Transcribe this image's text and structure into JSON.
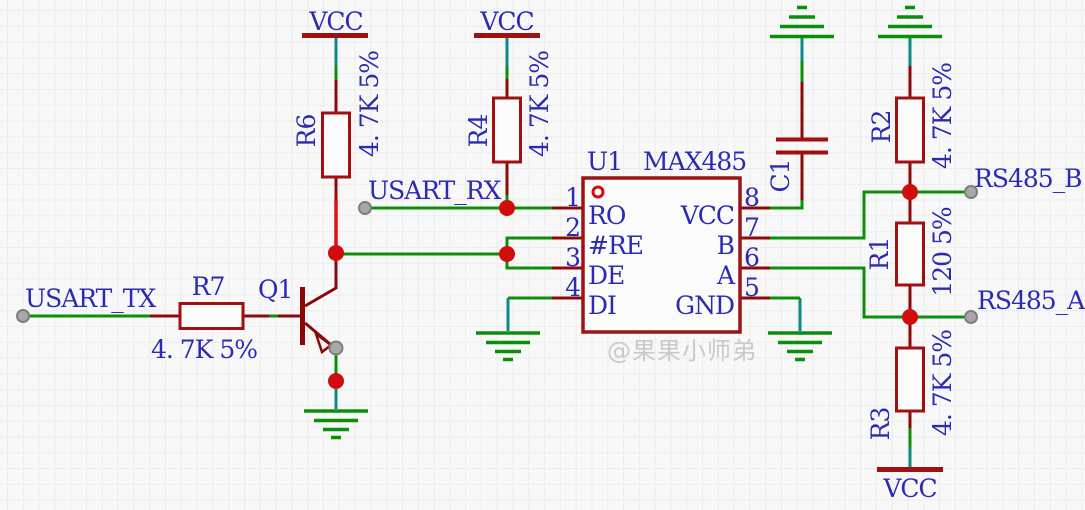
{
  "power": {
    "vcc_top_left": "VCC",
    "vcc_top_mid": "VCC",
    "vcc_bottom_right": "VCC"
  },
  "nets": {
    "usart_tx": "USART_TX",
    "usart_rx": "USART_RX",
    "rs485_b": "RS485_B",
    "rs485_a": "RS485_A"
  },
  "components": {
    "r6": {
      "ref": "R6",
      "value": "4. 7K 5%"
    },
    "r7": {
      "ref": "R7",
      "value": "4. 7K 5%"
    },
    "r4": {
      "ref": "R4",
      "value": "4. 7K 5%"
    },
    "r2": {
      "ref": "R2",
      "value": "4. 7K 5%"
    },
    "r1": {
      "ref": "R1",
      "value": "120 5%"
    },
    "r3": {
      "ref": "R3",
      "value": "4. 7K 5%"
    },
    "c1": {
      "ref": "C1"
    },
    "q1": {
      "ref": "Q1"
    },
    "u1": {
      "ref": "U1",
      "part": "MAX485",
      "pins_left": [
        {
          "number": "1",
          "name": "RO"
        },
        {
          "number": "2",
          "name": "#RE"
        },
        {
          "number": "3",
          "name": "DE"
        },
        {
          "number": "4",
          "name": "DI"
        }
      ],
      "pins_right": [
        {
          "number": "8",
          "name": "VCC"
        },
        {
          "number": "7",
          "name": "B"
        },
        {
          "number": "6",
          "name": "A"
        },
        {
          "number": "5",
          "name": "GND"
        }
      ]
    }
  },
  "watermark": "@果果小师弟",
  "colors": {
    "wire_green": "#0b8f0b",
    "power_pin_teal": "#0e8888",
    "component_red": "#a01010",
    "pin_dark_red": "#8e0a0a",
    "active_wire_red": "#e01010",
    "junction_red": "#d00c0c",
    "text_blue": "#2a2ab2",
    "port_gray": "#a8a8a8",
    "watermark_gray": "#c9c9c9",
    "background": "#f8f8f8"
  }
}
